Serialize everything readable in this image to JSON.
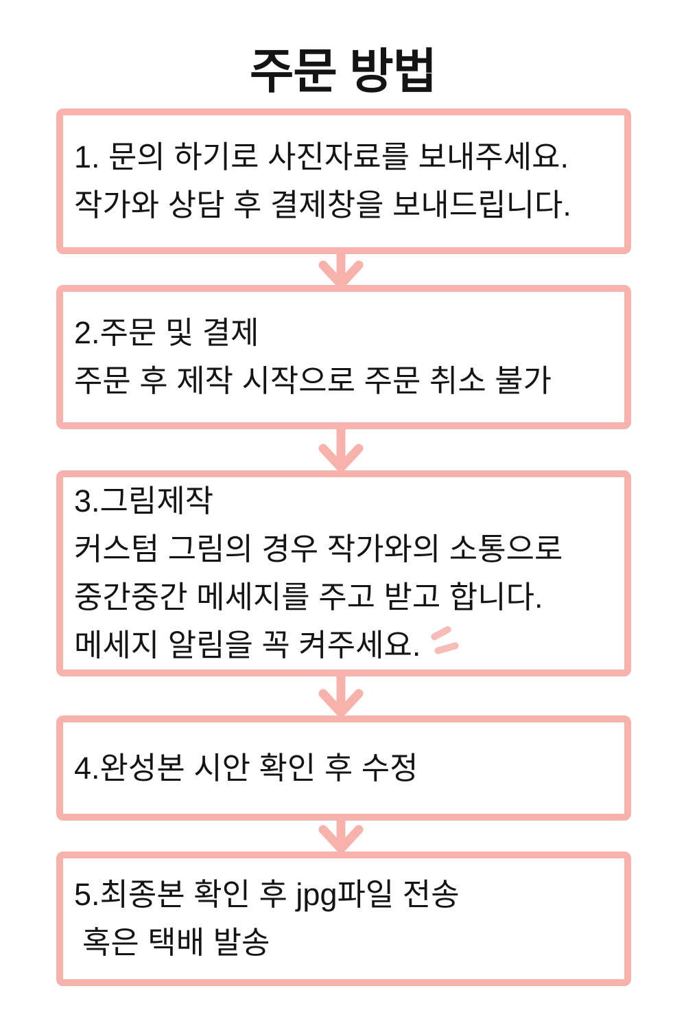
{
  "page": {
    "title": "주문 방법",
    "colors": {
      "accent_pink": "#F8B2AC",
      "doodle_pink": "#F6BCB6",
      "text": "#141414",
      "background": "#FFFFFF"
    }
  },
  "flow": {
    "steps": [
      {
        "name": "step-1-inquiry",
        "lines": [
          "1. 문의 하기로 사진자료를 보내주세요.",
          "작가와 상담 후 결제창을 보내드립니다."
        ]
      },
      {
        "name": "step-2-order-payment",
        "lines": [
          "2.주문 및 결제",
          "주문 후 제작 시작으로 주문 취소 불가"
        ]
      },
      {
        "name": "step-3-drawing-production",
        "lines": [
          "3.그림제작",
          "커스텀 그림의 경우 작가와의 소통으로",
          "중간중간 메세지를 주고 받고 합니다.",
          "메세지 알림을 꼭 켜주세요."
        ]
      },
      {
        "name": "step-4-draft-check-revision",
        "lines": [
          "4.완성본 시안 확인 후 수정"
        ]
      },
      {
        "name": "step-5-final-delivery",
        "lines": [
          "5.최종본 확인 후 jpg파일 전송",
          "혹은 택배 발송"
        ]
      }
    ]
  }
}
